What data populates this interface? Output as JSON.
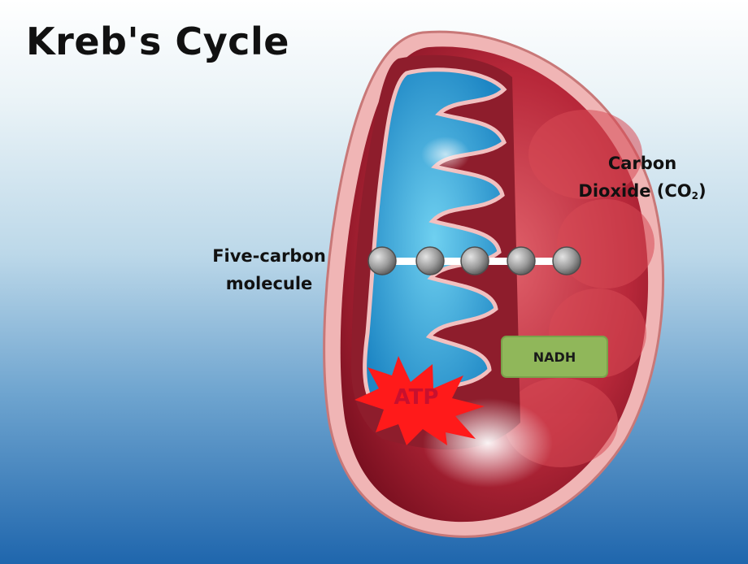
{
  "slide": {
    "title": "Kreb's Cycle",
    "labels": {
      "five_carbon_line1": "Five-carbon",
      "five_carbon_line2": "molecule",
      "carbon_dioxide_line1": "Carbon",
      "carbon_dioxide_line2": "Dioxide (CO",
      "carbon_dioxide_sub": "2",
      "carbon_dioxide_close": ")",
      "nadh": "NADH",
      "atp": "ATP"
    },
    "colors": {
      "membrane": "#e8a4a4",
      "matrix_red": "#c8323c",
      "cristae_blue": "#2fa8dc",
      "nadh_box": "#90b75a",
      "atp_burst": "#ff1a1a",
      "carbon_atom": "#9a9a9a"
    }
  }
}
